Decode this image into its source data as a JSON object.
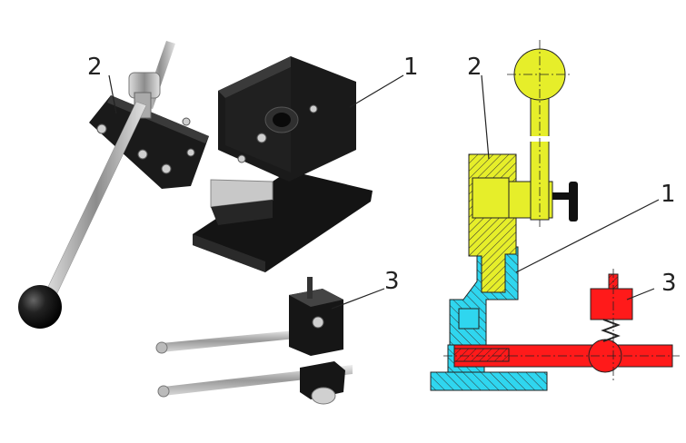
{
  "callouts": {
    "left_die": "1",
    "left_lever": "2",
    "left_stop": "3",
    "right_die": "1",
    "right_lever": "2",
    "right_stop": "3"
  },
  "colors": {
    "background": "#ffffff",
    "die_body": "#2fd6ef",
    "lever_part": "#e6ee2a",
    "stop_part": "#ff1a1a",
    "metal_dark": "#151515",
    "steel": "#b8b8b8",
    "hatch": "#222222"
  },
  "icons": [
    "lever-handle-icon",
    "die-block-icon",
    "backgauge-stop-icon"
  ]
}
